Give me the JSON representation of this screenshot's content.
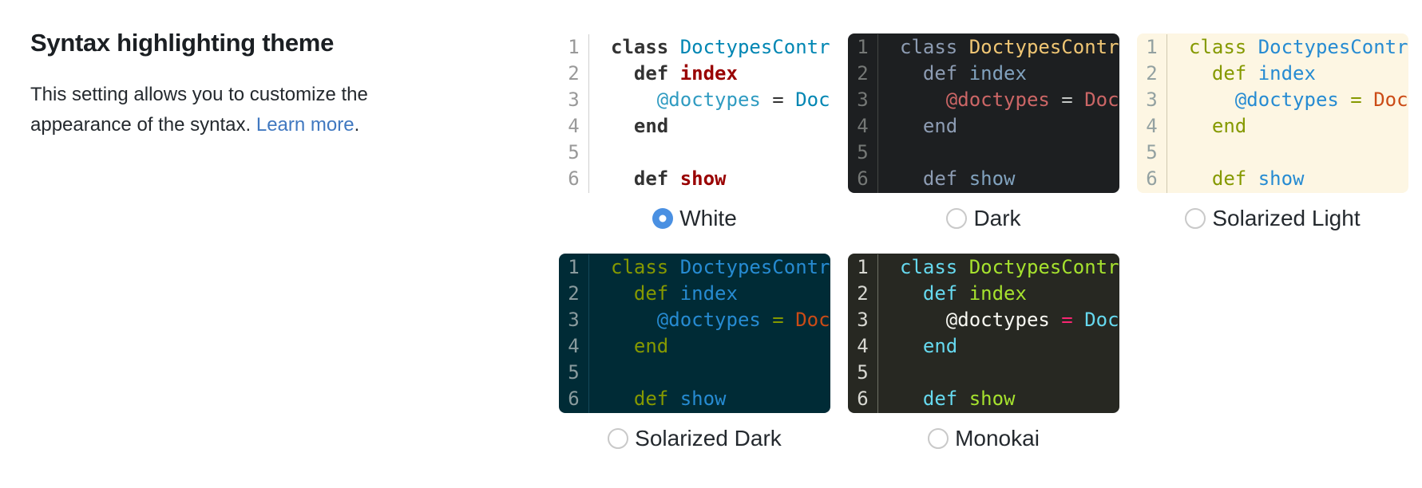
{
  "section": {
    "title": "Syntax highlighting theme",
    "description_line1": "This setting allows you to customize the",
    "description_line2": "appearance of the syntax. ",
    "link_text": "Learn more",
    "link_suffix": ".",
    "link_color": "#4078c0"
  },
  "code": {
    "line_numbers": [
      "1",
      "2",
      "3",
      "4",
      "5",
      "6"
    ],
    "lines": [
      [
        {
          "text": "class ",
          "kind": "keyword"
        },
        {
          "text": "DoctypesController",
          "kind": "classname"
        }
      ],
      [
        {
          "text": "  "
        },
        {
          "text": "def ",
          "kind": "keyword"
        },
        {
          "text": "index",
          "kind": "method"
        }
      ],
      [
        {
          "text": "    "
        },
        {
          "text": "@doctypes",
          "kind": "ivar"
        },
        {
          "text": " "
        },
        {
          "text": "=",
          "kind": "op"
        },
        {
          "text": " "
        },
        {
          "text": "Doctype.all",
          "kind": "constref"
        }
      ],
      [
        {
          "text": "  "
        },
        {
          "text": "end",
          "kind": "keyword"
        }
      ],
      [],
      [
        {
          "text": "  "
        },
        {
          "text": "def ",
          "kind": "keyword"
        },
        {
          "text": "show",
          "kind": "method"
        }
      ]
    ]
  },
  "radio": {
    "selected_fill": "#4a90e2",
    "unselected_border": "#c9c9c9"
  },
  "themes": [
    {
      "id": "white",
      "label": "White",
      "selected": true,
      "colors": {
        "bg": "#ffffff",
        "number": "#999999",
        "separator": "#cfcfcf",
        "default": "#333333",
        "keyword": "#333333",
        "classname": "#0086b3",
        "method": "#990000",
        "ivar": "#2f9bc1",
        "op": "#333333",
        "constref": "#0086b3"
      },
      "bold": [
        "keyword",
        "method"
      ]
    },
    {
      "id": "dark",
      "label": "Dark",
      "selected": false,
      "colors": {
        "bg": "#1d1f21",
        "number": "#757876",
        "separator": "#434644",
        "default": "#c5c8c6",
        "keyword": "#8d9cb3",
        "classname": "#f0c674",
        "method": "#81a2be",
        "ivar": "#cc6666",
        "op": "#c5c8c6",
        "constref": "#cc6666"
      },
      "bold": []
    },
    {
      "id": "solarized-light",
      "label": "Solarized Light",
      "selected": false,
      "colors": {
        "bg": "#fdf6e3",
        "number": "#93a1a1",
        "separator": "#d0c9b0",
        "default": "#657b83",
        "keyword": "#859900",
        "classname": "#268bd2",
        "method": "#268bd2",
        "ivar": "#268bd2",
        "op": "#859900",
        "constref": "#cb4b16"
      },
      "bold": []
    },
    {
      "id": "solarized-dark",
      "label": "Solarized Dark",
      "selected": false,
      "colors": {
        "bg": "#002b36",
        "number": "#8a9b9e",
        "separator": "#14485a",
        "default": "#839496",
        "keyword": "#859900",
        "classname": "#268bd2",
        "method": "#268bd2",
        "ivar": "#268bd2",
        "op": "#859900",
        "constref": "#cb4b16"
      },
      "bold": []
    },
    {
      "id": "monokai",
      "label": "Monokai",
      "selected": false,
      "colors": {
        "bg": "#272822",
        "number": "#d8d8d2",
        "separator": "#6e7066",
        "default": "#f8f8f2",
        "keyword": "#66d9ef",
        "classname": "#a6e22e",
        "method": "#a6e22e",
        "ivar": "#f8f8f2",
        "op": "#f92672",
        "constref": "#66d9ef"
      },
      "bold": []
    }
  ]
}
